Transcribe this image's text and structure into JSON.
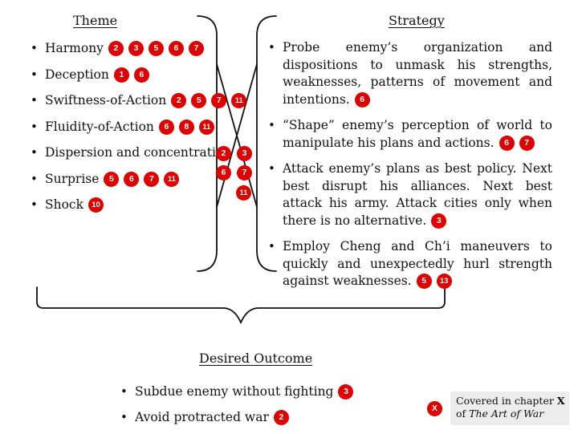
{
  "theme": {
    "heading": "Theme",
    "items": [
      {
        "label": "Harmony",
        "chapters": [
          "2",
          "3",
          "5",
          "6",
          "7"
        ]
      },
      {
        "label": "Deception",
        "chapters": [
          "1",
          "6"
        ]
      },
      {
        "label": "Swiftness-of-Action",
        "chapters": [
          "2",
          "5",
          "7",
          "11"
        ]
      },
      {
        "label": "Fluidity-of-Action",
        "chapters": [
          "6",
          "8",
          "11"
        ]
      },
      {
        "label": "Dispersion and concentration",
        "chapters": [
          "2",
          "3",
          "6",
          "7",
          "11"
        ]
      },
      {
        "label": "Surprise",
        "chapters": [
          "5",
          "6",
          "7",
          "11"
        ]
      },
      {
        "label": "Shock",
        "chapters": [
          "10"
        ]
      }
    ]
  },
  "strategy": {
    "heading": "Strategy",
    "items": [
      {
        "text": "Probe enemy’s organization and dispositions to unmask his strengths, weaknesses, patterns of movement and intentions.",
        "chapters": [
          "6"
        ]
      },
      {
        "text": "“Shape” enemy’s perception of world to manipulate his plans and actions.",
        "chapters": [
          "6",
          "7"
        ]
      },
      {
        "text": "Attack enemy’s plans as best policy. Next best disrupt his alliances. Next best attack his army. Attack cities only when there is no alternative.",
        "chapters": [
          "3"
        ]
      },
      {
        "text": "Employ Cheng and Ch’i maneuvers to quickly and unexpectedly hurl strength against weaknesses.",
        "chapters": [
          "5",
          "13"
        ]
      }
    ]
  },
  "outcome": {
    "heading": "Desired Outcome",
    "items": [
      {
        "label": "Subdue enemy without fighting",
        "chapters": [
          "3"
        ]
      },
      {
        "label": "Avoid protracted war",
        "chapters": [
          "2"
        ]
      }
    ]
  },
  "legend": {
    "marker": "X",
    "text_before": "Covered in chapter",
    "text_marker": "X",
    "text_of": "of",
    "book_title": "The Art of War"
  },
  "colors": {
    "badge": "#e00000",
    "legend_bg": "#ececec"
  }
}
